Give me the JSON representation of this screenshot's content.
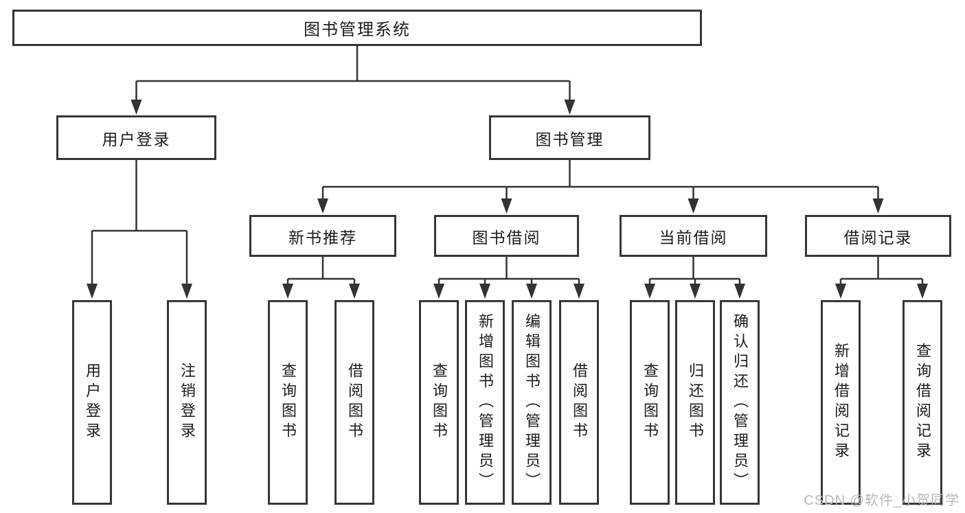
{
  "tree": {
    "label": "图书管理系统",
    "children": [
      {
        "label": "用户登录",
        "children": [
          {
            "label": "用户登录"
          },
          {
            "label": "注销登录"
          }
        ]
      },
      {
        "label": "图书管理",
        "children": [
          {
            "label": "新书推荐",
            "children": [
              {
                "label": "查询图书"
              },
              {
                "label": "借阅图书"
              }
            ]
          },
          {
            "label": "图书借阅",
            "children": [
              {
                "label": "查询图书"
              },
              {
                "label": "新增图书（管理员）"
              },
              {
                "label": "编辑图书（管理员）"
              },
              {
                "label": "借阅图书"
              }
            ]
          },
          {
            "label": "当前借阅",
            "children": [
              {
                "label": "查询图书"
              },
              {
                "label": "归还图书"
              },
              {
                "label": "确认归还（管理员）"
              }
            ]
          },
          {
            "label": "借阅记录",
            "children": [
              {
                "label": "新增借阅记录"
              },
              {
                "label": "查询借阅记录"
              }
            ]
          }
        ]
      }
    ]
  },
  "watermark": {
    "text": "CSDN @软件_小贺同学"
  },
  "colors": {
    "line": "#333333",
    "box_border": "#363636",
    "text": "#1c1c1c",
    "watermark": "#b9b9b9",
    "background": "#ffffff"
  }
}
